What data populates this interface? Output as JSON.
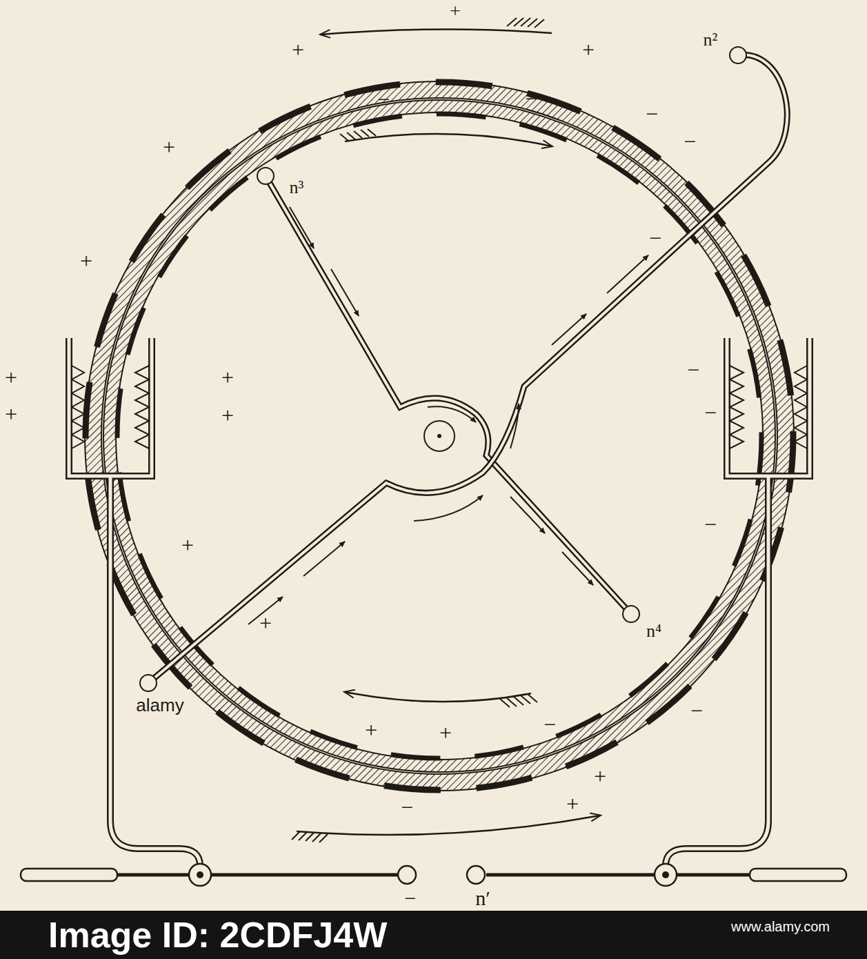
{
  "diagram": {
    "labels": [
      "+",
      "+",
      "+",
      "−",
      "−",
      "−",
      "−",
      "−",
      "−",
      "−",
      "−",
      "−",
      "+",
      "+",
      "+",
      "+",
      "+",
      "+",
      "+",
      "+",
      "+",
      "+",
      "+",
      "−",
      "−",
      "+",
      "−",
      "n′",
      "n³",
      "n²",
      "n⁴",
      "alamy",
      "Image ID: 2CDFJ4W",
      "www.alamy.com"
    ]
  }
}
